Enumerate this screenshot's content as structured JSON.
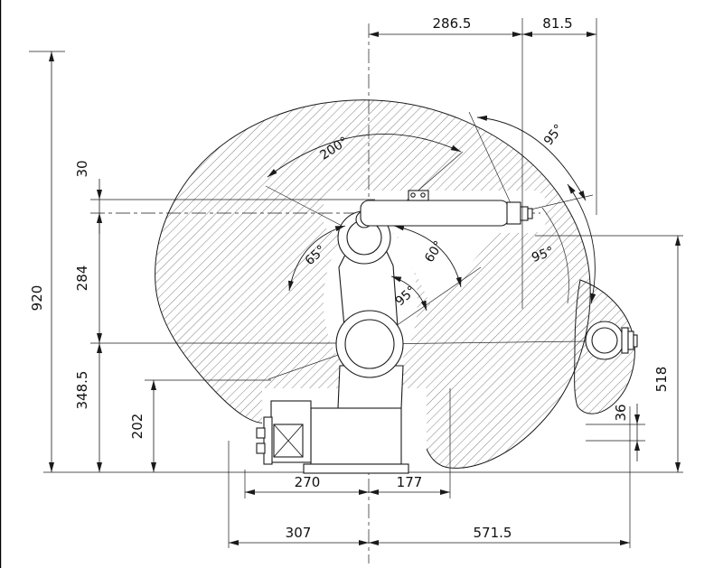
{
  "dims": {
    "d286": "286.5",
    "d81": "81.5",
    "d920": "920",
    "d30": "30",
    "d284": "284",
    "d348": "348.5",
    "d202": "202",
    "d270": "270",
    "d177": "177",
    "d307": "307",
    "d571": "571.5",
    "d518": "518",
    "d36": "36"
  },
  "angles": {
    "a200": "200°",
    "a95top": "95°",
    "a65": "65°",
    "a60": "60°",
    "a95mid": "95°",
    "a95right": "95°"
  },
  "colors": {
    "line": "#1a1a1a",
    "hatch": "#4d4d4d",
    "background": "#ffffff"
  }
}
